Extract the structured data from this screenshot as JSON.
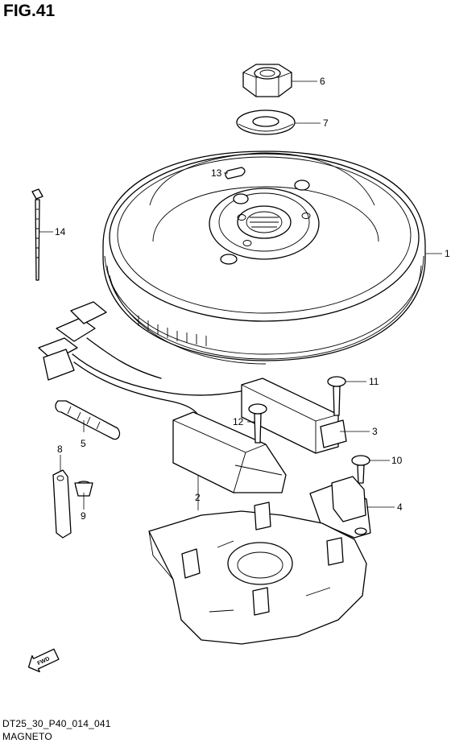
{
  "figure": {
    "title": "FIG.41",
    "drawing_code": "DT25_30_P40_014_041",
    "caption": "MAGNETO"
  },
  "callouts": [
    "1",
    "2",
    "3",
    "4",
    "5",
    "6",
    "7",
    "8",
    "9",
    "10",
    "11",
    "12",
    "13",
    "14"
  ],
  "direction_badge": "FWD"
}
